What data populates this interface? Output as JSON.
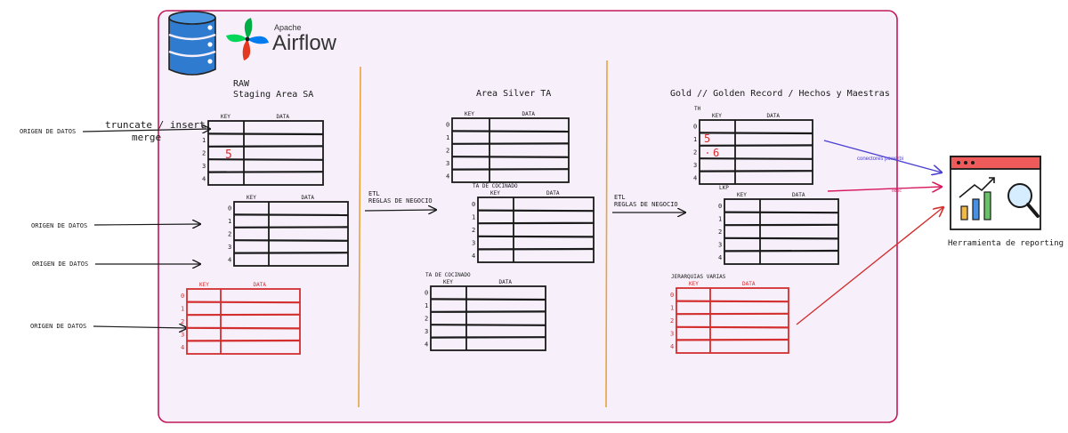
{
  "logo": {
    "small": "Apache",
    "big": "Airflow"
  },
  "raw": {
    "line1": "RAW",
    "line2": "Staging Area SA"
  },
  "silver": {
    "title": "Area Silver TA"
  },
  "gold": {
    "title": "Gold // Golden Record / Hechos y Maestras"
  },
  "sources": {
    "origen1": "ORIGEN DE DATOS",
    "origen2": "ORIGEN DE DATOS",
    "origen3": "ORIGEN DE DATOS",
    "origen4": "ORIGEN DE DATOS"
  },
  "truncate": {
    "line1": "truncate / insert",
    "line2": "merge"
  },
  "etl1": {
    "line1": "ETL",
    "line2": "REGLAS DE NEGOCIO"
  },
  "etl2": {
    "line1": "ETL",
    "line2": "REGLAS DE NEGOCIO"
  },
  "tables": {
    "raw1": {
      "key": "KEY",
      "data": "DATA",
      "rows": [
        "0",
        "1",
        "2",
        "3",
        "4"
      ],
      "mark": "5"
    },
    "raw2": {
      "key": "KEY",
      "data": "DATA",
      "rows": [
        "0",
        "1",
        "2",
        "3",
        "4"
      ]
    },
    "raw3": {
      "key": "KEY",
      "data": "DATA",
      "rows": [
        "0",
        "1",
        "2",
        "3",
        "4"
      ]
    },
    "silver1": {
      "key": "KEY",
      "data": "DATA",
      "rows": [
        "0",
        "1",
        "2",
        "3",
        "4"
      ]
    },
    "silver2": {
      "label": "TA DE COCINADO",
      "key": "KEY",
      "data": "DATA",
      "rows": [
        "0",
        "1",
        "2",
        "3",
        "4"
      ]
    },
    "silver3": {
      "label": "TA DE COCINADO",
      "key": "KEY",
      "data": "DATA",
      "rows": [
        "0",
        "1",
        "2",
        "3",
        "4"
      ]
    },
    "gold1": {
      "label": "TH",
      "key": "KEY",
      "data": "DATA",
      "rows": [
        "0",
        "1",
        "2",
        "3",
        "4"
      ],
      "mark1": "5",
      "mark2": "6"
    },
    "gold2": {
      "label": "LKP",
      "key": "KEY",
      "data": "DATA",
      "rows": [
        "0",
        "1",
        "2",
        "3",
        "4"
      ]
    },
    "gold3": {
      "label": "JERARQUIAS VARIAS",
      "key": "KEY",
      "data": "DATA",
      "rows": [
        "0",
        "1",
        "2",
        "3",
        "4"
      ]
    }
  },
  "connectors": {
    "powerbi": "conectores powerbi",
    "odbc": "odbc"
  },
  "reporting": {
    "label": "Herramienta de reporting"
  },
  "colors": {
    "frame": "#c2185b",
    "frameFill": "#f7f0fb",
    "divider": "#e8a33b",
    "red": "#d32f2f",
    "blue": "#4a3fd1",
    "pink": "#d81b60",
    "ink": "#1a1a1a"
  }
}
